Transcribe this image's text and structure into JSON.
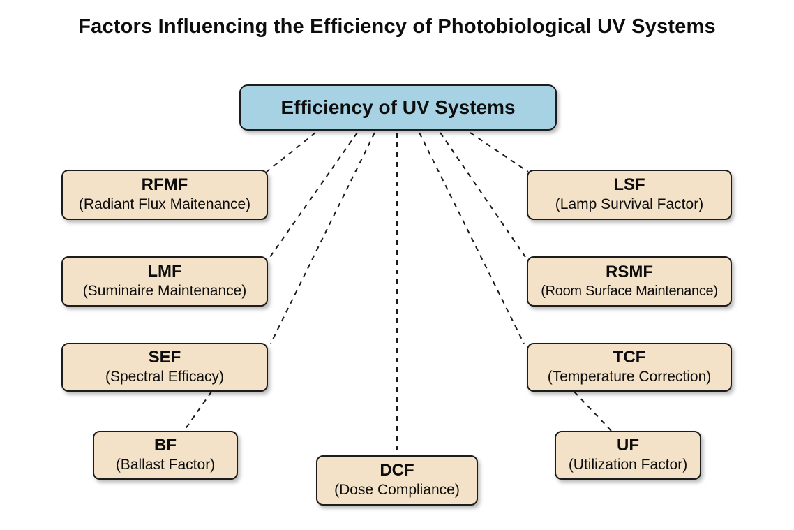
{
  "title": "Factors Influencing the Efficiency of Photobiological UV Systems",
  "root": {
    "label": "Efficiency of UV Systems"
  },
  "nodes": [
    {
      "id": "rfmf",
      "acronym": "RFMF",
      "label": "(Radiant Flux Maitenance)"
    },
    {
      "id": "lsf",
      "acronym": "LSF",
      "label": "(Lamp Survival Factor)"
    },
    {
      "id": "lmf",
      "acronym": "LMF",
      "label": "(Suminaire Maintenance)"
    },
    {
      "id": "rsmf",
      "acronym": "RSMF",
      "label": "(Room Surface Maintenance)"
    },
    {
      "id": "sef",
      "acronym": "SEF",
      "label": "(Spectral Efficacy)"
    },
    {
      "id": "tcf",
      "acronym": "TCF",
      "label": "(Temperature Correction)"
    },
    {
      "id": "bf",
      "acronym": "BF",
      "label": "(Ballast Factor)"
    },
    {
      "id": "uf",
      "acronym": "UF",
      "label": "(Utilization Factor)"
    },
    {
      "id": "dcf",
      "acronym": "DCF",
      "label": "(Dose Compliance)"
    }
  ],
  "colors": {
    "root_fill": "#a7d2e4",
    "node_fill": "#f3e2c7",
    "line": "#1a1a1a",
    "text": "#0d0d0d"
  }
}
